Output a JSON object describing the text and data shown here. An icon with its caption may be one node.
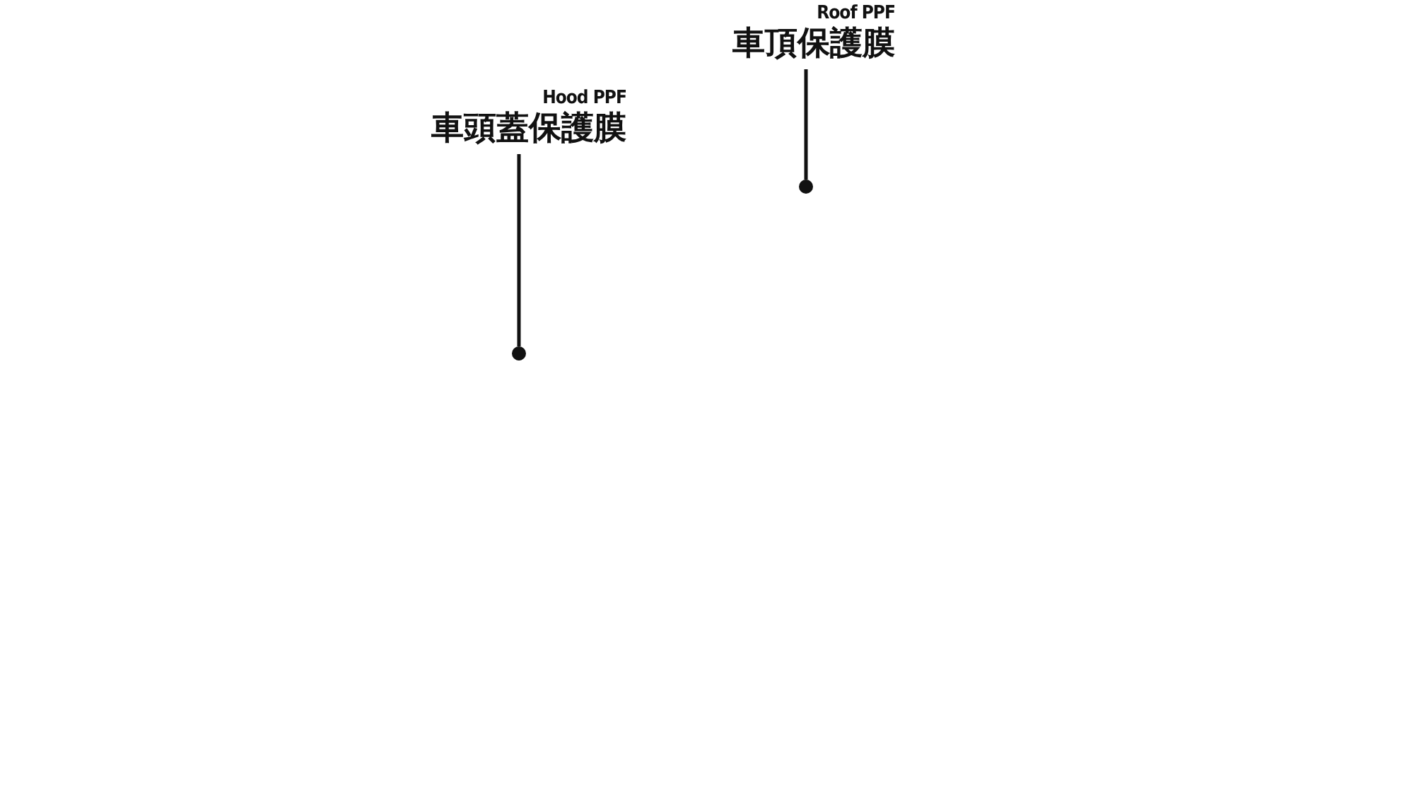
{
  "diagram": {
    "nodes": [
      {
        "text": [
          "Roof PPF",
          "車頂保護膜"
        ]
      },
      {
        "text": [
          "Hood PPF",
          "車頭蓋保護膜"
        ]
      },
      {
        "text": [],
        "shape": "circle"
      },
      {
        "text": [],
        "shape": "circle"
      }
    ],
    "edges": [
      {
        "from": 0,
        "to": 3,
        "arrow": "none"
      },
      {
        "from": 1,
        "to": 2,
        "arrow": "none"
      }
    ]
  }
}
